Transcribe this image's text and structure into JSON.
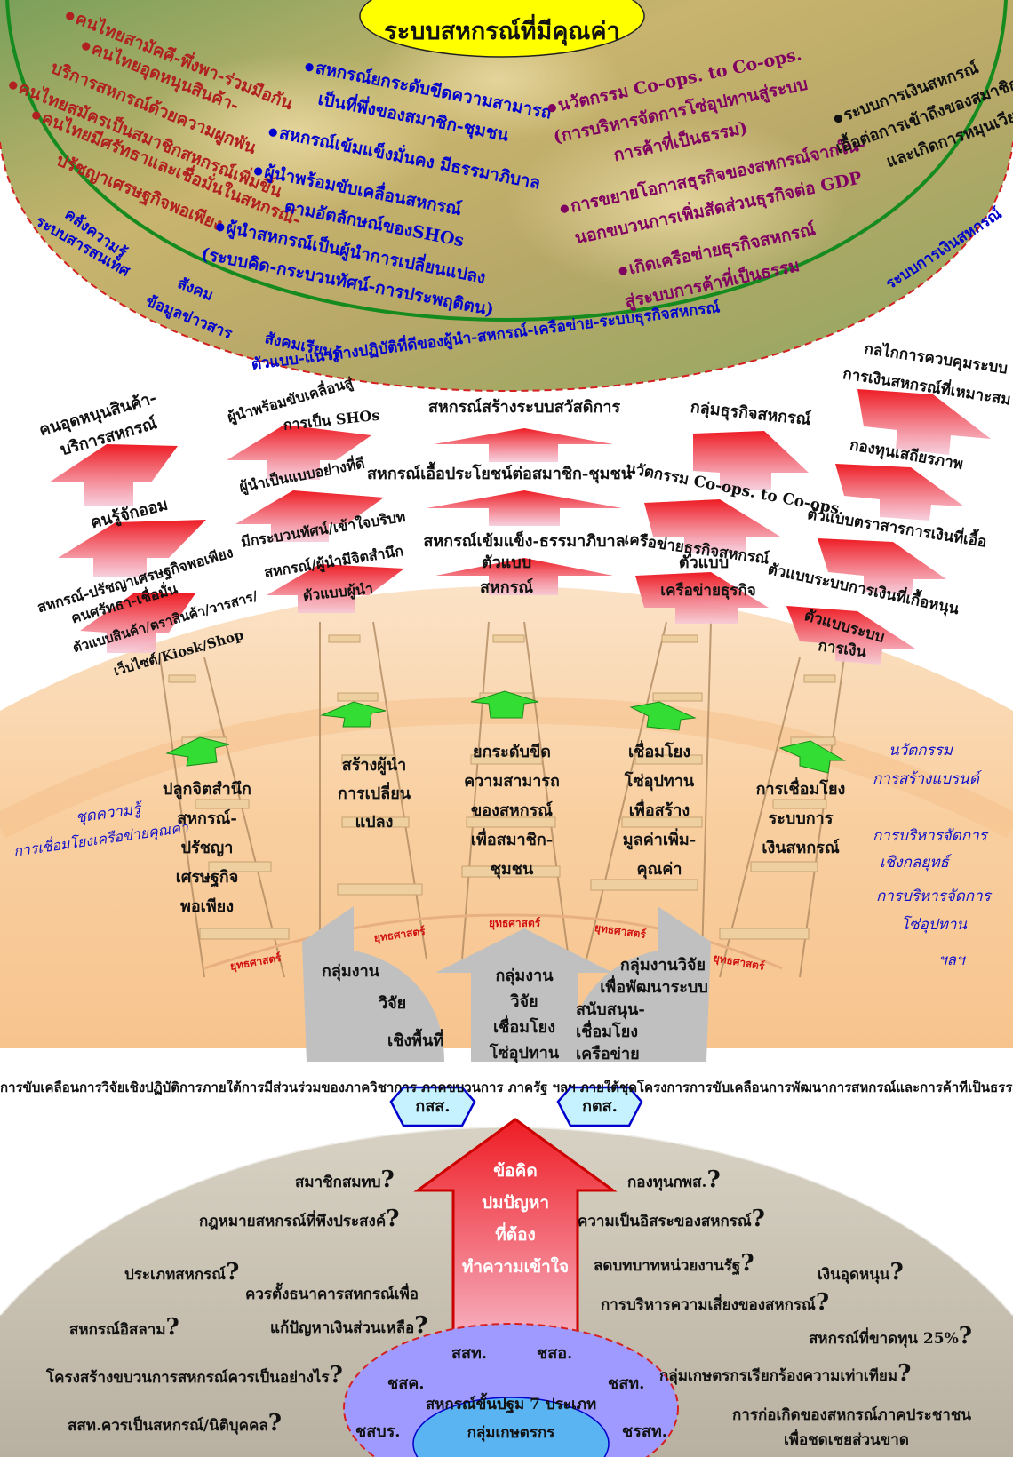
{
  "title": "ระบบสหกรณ์ที่มีคุณค่า",
  "top_left": [
    "คนไทยสามัคคี-พึ่งพา-ร่วมมือกัน",
    "คนไทยอุดหนุนสินค้า-",
    "บริการสหกรณ์ด้วยความผูกพัน",
    "คนไทยสมัครเป็นสมาชิกสหกรณ์เพิ่มขึ้น",
    "คนไทยมีศรัทธาและเชื่อมั่นในสหกรณ์-",
    "ปรัชญาเศรษฐกิจพอเพียง"
  ],
  "top_center": [
    "สหกรณ์ยกระดับขีดความสามารถ",
    "เป็นที่พึ่งของสมาชิก-ชุมชน",
    "สหกรณ์เข้มแข็งมั่นคง มีธรรมาภิบาล",
    "ผู้นำพร้อมขับเคลื่อนสหกรณ์",
    "ตามอัตลักษณ์ของSHOs",
    "ผู้นำสหกรณ์เป็นผู้นำการเปลี่ยนแปลง",
    "(ระบบคิด-กระบวนทัศน์-การประพฤติตน)"
  ],
  "top_right": [
    "นวัตกรรม Co-ops. to Co-ops.",
    "(การบริหารจัดการโซ่อุปทานสู่ระบบ",
    "การค้าที่เป็นธรรม)",
    "การขยายโอกาสธุรกิจของสหกรณ์จากใน-",
    "นอกขบวนการเพิ่มสัดส่วนธุรกิจต่อ GDP",
    "เกิดเครือข่ายธุรกิจสหกรณ์",
    "สู่ระบบการค้าที่เป็นธรรม"
  ],
  "top_far_right": [
    "ระบบการเงินสหกรณ์",
    "เอื้อต่อการเข้าถึงของสมาชิก",
    "และเกิดการหมุนเวียน"
  ],
  "ring_labels": {
    "knowledge": "คลังความรู้",
    "info_system": "ระบบสารสนเทศ",
    "society": "สังคม",
    "news": "ข้อมูลข่าวสาร",
    "learning": "สังคมเรียนรู้",
    "model": "ตัวแบบ-แนวทางปฏิบัติที่ดีของผู้นำ-สหกรณ์-เครือข่าย-ระบบธุรกิจสหกรณ์",
    "finance": "ระบบการเงินสหกรณ์"
  },
  "col1": {
    "top": [
      "คนอุดหนุนสินค้า-",
      "บริการสหกรณ์"
    ],
    "mid": "คนรู้จักออม",
    "low": [
      "สหกรณ์-ปรัชญาเศรษฐกิจพอเพียง",
      "คนศรัทธา-เชื่อมั่น"
    ],
    "base": [
      "ตัวแบบสินค้า/ตราสินค้า/วารสาร/",
      "เว็บไซต์/Kiosk/Shop"
    ],
    "ladder": [
      "ปลูกจิตสำนึก",
      "สหกรณ์-",
      "ปรัชญา",
      "เศรษฐกิจ",
      "พอเพียง"
    ]
  },
  "col2": {
    "top": [
      "ผู้นำพร้อมขับเคลื่อนสู่",
      "การเป็น SHOs"
    ],
    "mid": "ผู้นำเป็นแบบอย่างที่ดี",
    "low": [
      "มีกระบวนทัศน์/เข้าใจบริบท",
      "สหกรณ์/ผู้นำมีจิตสำนึก"
    ],
    "base": "ตัวแบบผู้นำ",
    "ladder": [
      "สร้างผู้นำ",
      "การเปลี่ยน",
      "แปลง"
    ]
  },
  "col3": {
    "top": "สหกรณ์สร้างระบบสวัสดิการ",
    "mid": "สหกรณ์เอื้อประโยชน์ต่อสมาชิก-ชุมชน",
    "low": "สหกรณ์เข้มแข็ง-ธรรมาภิบาล",
    "base": [
      "ตัวแบบ",
      "สหกรณ์"
    ],
    "ladder": [
      "ยกระดับขีด",
      "ความสามารถ",
      "ของสหกรณ์",
      "เพื่อสมาชิก-",
      "ชุมชน"
    ]
  },
  "col4": {
    "top": "กลุ่มธุรกิจสหกรณ์",
    "mid": "นวัตกรรม Co-ops. to Co-ops.",
    "low": "เครือข่ายธุรกิจสหกรณ์",
    "base": [
      "ตัวแบบ",
      "เครือข่ายธุรกิจ"
    ],
    "ladder": [
      "เชื่อมโยง",
      "โซ่อุปทาน",
      "เพื่อสร้าง",
      "มูลค่าเพิ่ม-",
      "คุณค่า"
    ]
  },
  "col5": {
    "top": [
      "กลไกการควบคุมระบบ",
      "การเงินสหกรณ์ที่เหมาะสม"
    ],
    "mid": "กองทุนเสถียรภาพ",
    "low": "ตัวแบบตราสารการเงินที่เอื้อ",
    "low2": "ตัวแบบระบบการเงินที่เกื้อหนุน",
    "base": [
      "ตัวแบบระบบ",
      "การเงิน"
    ],
    "ladder": [
      "การเชื่อมโยง",
      "ระบบการ",
      "เงินสหกรณ์"
    ]
  },
  "strategy": "ยุทธศาสตร์",
  "left_script": [
    "ชุดความรู้",
    "การเชื่อมโยงเครือข่ายคุณค่า"
  ],
  "right_script": [
    "นวัตกรรม",
    "การสร้างแบรนด์",
    "การบริหารจัดการ",
    "เชิงกลยุทธ์",
    "การบริหารจัดการ",
    "โซ่อุปทาน",
    "ฯลฯ"
  ],
  "gray_arrows": [
    [
      "กลุ่มงาน",
      "วิจัย",
      "เชิงพื้นที่"
    ],
    [
      "กลุ่มงาน",
      "วิจัย",
      "เชื่อมโยง",
      "โซ่อุปทาน"
    ],
    [
      "กลุ่มงานวิจัย",
      "เพื่อพัฒนาระบบ",
      "สนับสนุน-",
      "เชื่อมโยง",
      "เครือข่าย"
    ]
  ],
  "banner": "การขับเคลื่อนการวิจัยเชิงปฏิบัติการภายใต้การมีส่วนร่วมของภาควิชาการ ภาคขบวนการ ภาครัฐ ฯลฯ ภายใต้ชุดโครงการการขับเคลื่อนการพัฒนาการสหกรณ์และการค้าที่เป็นธรรม",
  "agencies": [
    "กสส.",
    "กตส."
  ],
  "red_arrow": [
    "ข้อคิด",
    "ปมปัญหา",
    "ที่ต้อง",
    "ทำความเข้าใจ"
  ],
  "questions_left": [
    "สมาชิกสมทบ",
    "กฎหมายสหกรณ์ที่พึงประสงค์",
    "ประเภทสหกรณ์",
    "ควรตั้งธนาคารสหกรณ์เพื่อ",
    "แก้ปัญหาเงินส่วนเหลือ",
    "สหกรณ์อิสลาม",
    "โครงสร้างขบวนการสหกรณ์ควรเป็นอย่างไร",
    "สสท.ควรเป็นสหกรณ์/นิติบุคคล"
  ],
  "questions_right": [
    "กองทุนกพส.",
    "ความเป็นอิสระของสหกรณ์",
    "ลดบทบาทหน่วยงานรัฐ",
    "เงินอุดหนุน",
    "การบริหารความเสี่ยงของสหกรณ์",
    "สหกรณ์ที่ขาดทุน 25%",
    "กลุ่มเกษตรกรเรียกร้องความเท่าเทียม",
    "การก่อเกิดของสหกรณ์ภาคประชาชน",
    "เพื่อชดเชยส่วนขาด"
  ],
  "qmark": "?",
  "base_orgs": [
    "สสท.",
    "ชสอ.",
    "ชสค.",
    "ชสท.",
    "ชสบร.",
    "ชรสท."
  ],
  "base_core": [
    "สหกรณ์ขั้นปฐม 7 ประเภท",
    "กลุ่มเกษตรกร"
  ]
}
